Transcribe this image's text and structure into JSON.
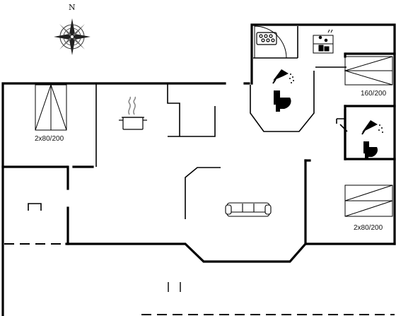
{
  "compass": {
    "label": "N",
    "icon": "compass-rose-icon"
  },
  "rooms": {
    "bedroom_left": {
      "bed_label": "2x80/200",
      "icon": "single-beds-icon"
    },
    "bedroom_top_right": {
      "bed_label": "160/200",
      "icon": "double-bed-icon"
    },
    "bedroom_bottom_right": {
      "bed_label": "2x80/200",
      "icon": "single-beds-icon"
    },
    "kitchen": {
      "icon": "cooking-pot-icon"
    },
    "living_room": {
      "icon": "sofa-icon"
    },
    "bathroom_main": {
      "icons": [
        "shower-icon",
        "toilet-icon"
      ]
    },
    "bathroom_small": {
      "icons": [
        "shower-icon",
        "toilet-icon"
      ]
    },
    "spa": {
      "icon": "whirlpool-icon"
    },
    "sauna": {
      "icon": "sauna-icon"
    }
  }
}
